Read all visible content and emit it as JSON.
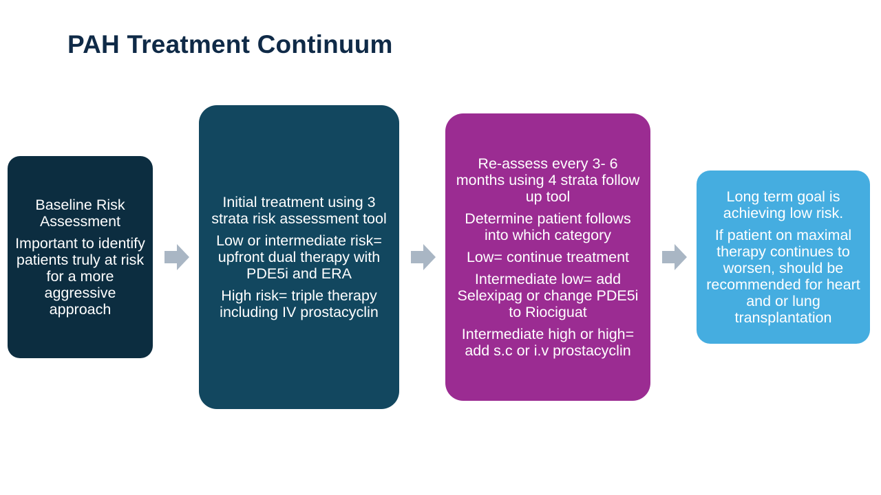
{
  "slide": {
    "title": "PAH Treatment Continuum"
  },
  "steps": [
    {
      "paragraphs": [
        "Baseline Risk Assessment",
        "Important to identify patients truly at risk for a more aggressive approach"
      ],
      "color": "#0c2d40"
    },
    {
      "paragraphs": [
        "Initial treatment using 3 strata risk assessment tool",
        "Low or intermediate risk= upfront dual therapy with PDE5i and ERA",
        "High risk= triple therapy including IV prostacyclin"
      ],
      "color": "#12475f"
    },
    {
      "paragraphs": [
        "Re-assess every 3- 6 months using 4 strata follow up tool",
        "Determine patient follows into which category",
        "Low= continue treatment",
        "Intermediate low= add Selexipag or change PDE5i to Riociguat",
        "Intermediate high or high= add s.c or i.v prostacyclin"
      ],
      "color": "#9b2c92"
    },
    {
      "paragraphs": [
        "Long term goal is achieving low risk.",
        "If patient on maximal therapy continues to worsen, should be recommended for heart and or lung transplantation"
      ],
      "color": "#45ade0"
    }
  ],
  "arrows": {
    "icon": "right-arrow-icon",
    "color": "#a9b6c4"
  }
}
